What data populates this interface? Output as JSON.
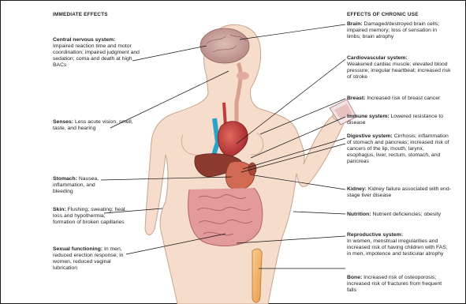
{
  "headings": {
    "immediate": "IMMEDIATE EFFECTS",
    "chronic": "EFFECTS OF CHRONIC USE"
  },
  "left_labels": [
    {
      "title": "Central nervous system:",
      "text": "Impaired reaction time and motor coordination; impaired judgment and sedation; coma and death at high BACs"
    },
    {
      "title": "Senses:",
      "text": "Less acute vision, smell, taste, and hearing"
    },
    {
      "title": "Stomach:",
      "text": "Nausea, inflammation, and bleeding"
    },
    {
      "title": "Skin:",
      "text": "Flushing; sweating; heat loss and hypothermia; formation of broken capillaries"
    },
    {
      "title": "Sexual functioning:",
      "text": "In men, reduced erection response; in women, reduced vaginal lubrication"
    }
  ],
  "right_labels": [
    {
      "title": "Brain:",
      "text": "Damaged/destroyed brain cells; impaired memory; loss of sensation in limbs; brain atrophy"
    },
    {
      "title": "Cardiovascular system:",
      "text": "Weakened cardiac muscle; elevated blood pressure; irregular heartbeat; increased risk of stroke"
    },
    {
      "title": "Breast:",
      "text": "Increased risk of breast cancer"
    },
    {
      "title": "Immune system:",
      "text": "Lowered resistance to disease"
    },
    {
      "title": "Digestive system:",
      "text": "Cirrhosis; inflammation of stomach and pancreas; increased risk of cancers of the lip, mouth, larynx, esophagus, liver, rectum, stomach, and pancreas"
    },
    {
      "title": "Kidney:",
      "text": "Kidney failure associated with end-stage liver disease"
    },
    {
      "title": "Nutrition:",
      "text": "Nutrient deficiencies; obesity"
    },
    {
      "title": "Reproductive system:",
      "text": "In women, menstrual irregularities and increased risk of having children with FAS; in men, impotence and testicular atrophy"
    },
    {
      "title": "Bone:",
      "text": "Increased risk of osteoporosis; increased risk of fractures from frequent falls"
    }
  ],
  "colors": {
    "skin": "#f6dccb",
    "skin_outline": "#c9a48e",
    "brain": "#c9a3a0",
    "heart": "#c23b3a",
    "vessel_blue": "#2aa3c8",
    "liver": "#8d3a2e",
    "stomach": "#d06a52",
    "intestine": "#e39a9a",
    "bone": "#f2b36a",
    "leader": "#111111"
  }
}
